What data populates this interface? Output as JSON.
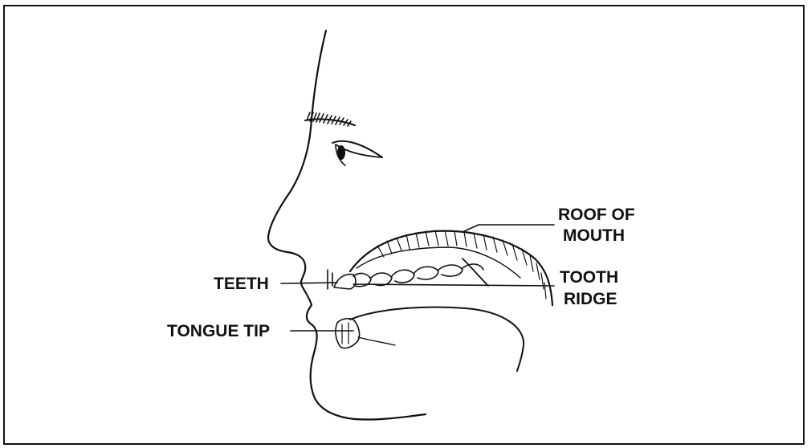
{
  "diagram": {
    "labels": {
      "roof_line1": "ROOF OF",
      "roof_line2": "MOUTH",
      "teeth": "TEETH",
      "tooth_line1": "TOOTH",
      "tooth_line2": "RIDGE",
      "tongue": "TONGUE TIP"
    },
    "colors": {
      "ink": "#111111",
      "background": "#ffffff"
    }
  }
}
